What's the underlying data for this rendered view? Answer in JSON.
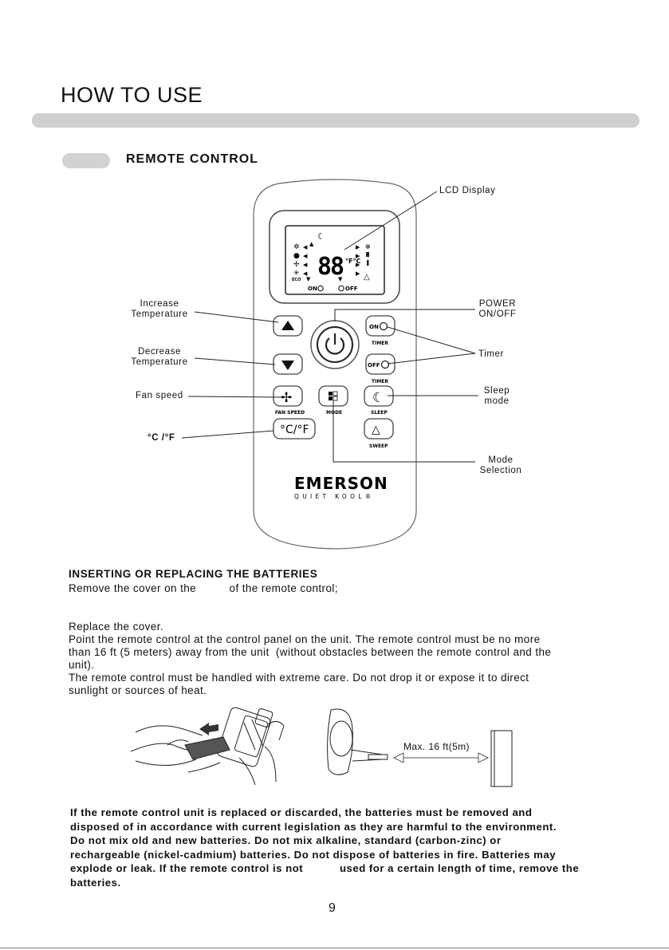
{
  "header": {
    "title": "HOW TO USE"
  },
  "section": {
    "title": "REMOTE CONTROL"
  },
  "callouts": {
    "lcd": "LCD Display",
    "increase": [
      "Increase",
      "Temperature"
    ],
    "decrease": [
      "Decrease",
      "Temperature"
    ],
    "fan": "Fan speed",
    "unit": "°C /°F",
    "power": [
      "POWER",
      "ON/OFF"
    ],
    "timer": "Timer",
    "sleep": [
      "Sleep",
      "mode"
    ],
    "mode": [
      "Mode",
      "Selection"
    ]
  },
  "remote": {
    "lcd_digits": "88",
    "lcd_on": "ON",
    "lcd_off": "OFF",
    "lcd_eco": "ECO",
    "lcd_unit": "°F°C",
    "btn_on": "ON",
    "btn_off": "OFF",
    "timer_label": "TIMER",
    "fan_label": "FAN SPEED",
    "mode_label": "MODE",
    "sleep_label": "SLEEP",
    "sweep_label": "SWEEP",
    "unit_button": "°C/°F",
    "brand": "EMERSON",
    "brand_sub": "QUIET KOOL®"
  },
  "batteries": {
    "heading": "INSERTING OR REPLACING THE BATTERIES",
    "line1": "Remove the cover on the          of the remote control;",
    "line2": "Replace the cover.",
    "line3": "Point the remote control at the control panel on the unit. The remote control must be no more",
    "line4": "than 16 ft (5 meters) away from the unit  (without obstacles between the remote control and the",
    "line5": "unit).",
    "line6": "The remote control must be handled with extreme care. Do not drop it or expose it to direct",
    "line7": "sunlight or sources of heat."
  },
  "distance_label": "Max. 16 ft(5m)",
  "warning": {
    "l1": "If the remote control unit is replaced or discarded, the batteries must be removed and",
    "l2": "disposed of in accordance with current legislation as they are harmful to the environment.",
    "l3": "Do not mix old and new batteries. Do not mix alkaline, standard (carbon-zinc) or",
    "l4": "rechargeable (nickel-cadmium) batteries. Do not dispose of batteries in fire. Batteries may",
    "l5": "explode or leak. If the remote control is not           used for a certain length of time, remove the",
    "l6": "batteries."
  },
  "page_number": "9"
}
